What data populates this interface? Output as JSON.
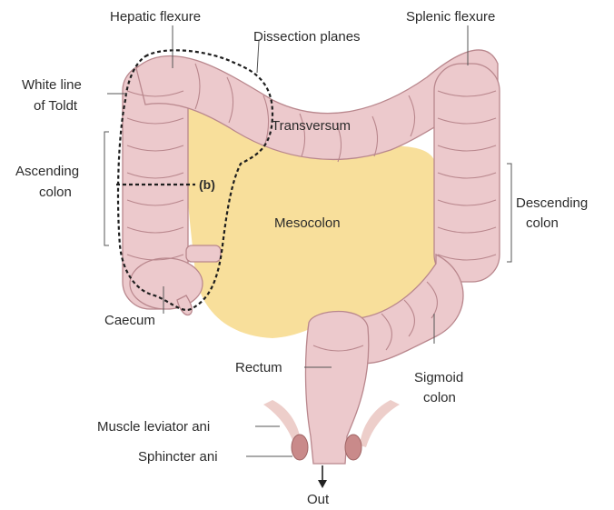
{
  "colors": {
    "mesocolon": "#f7d98a",
    "colon": "#ecc9cc",
    "colon_outline": "#b9878d",
    "sphincter": "#c98a8a",
    "muscle": "#e8c2bd",
    "dissection_line": "#1e1e1e"
  },
  "labels": {
    "hepatic_flexure": "Hepatic flexure",
    "splenic_flexure": "Splenic flexure",
    "dissection_planes": "Dissection planes",
    "white_line_1": "White line",
    "white_line_2": "of Toldt",
    "transversum": "Transversum",
    "ascending_1": "Ascending",
    "ascending_2": "colon",
    "marker_b": "(b)",
    "mesocolon": "Mesocolon",
    "descending_1": "Descending",
    "descending_2": "colon",
    "caecum": "Caecum",
    "rectum": "Rectum",
    "sigmoid_1": "Sigmoid",
    "sigmoid_2": "colon",
    "muscle_leviator": "Muscle leviator ani",
    "sphincter_ani": "Sphincter ani",
    "out": "Out"
  }
}
